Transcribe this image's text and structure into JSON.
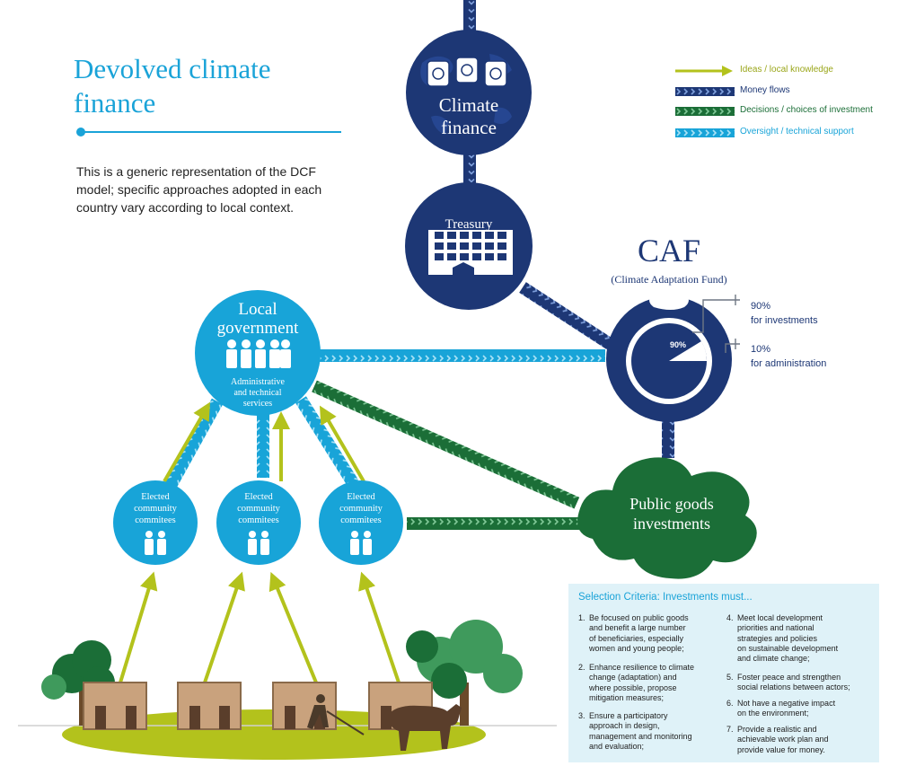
{
  "title_line1": "Devolved climate",
  "title_line2": "finance",
  "intro_line1": "This is a generic representation of the DCF",
  "intro_line2": "model; specific approaches adopted in each",
  "intro_line3": "country vary according to local context.",
  "legend": {
    "ideas": "Ideas / local knowledge",
    "money": "Money flows",
    "decisions": "Decisions / choices of investment",
    "oversight": "Oversight / technical support"
  },
  "colors": {
    "navy": "#1d3775",
    "cyan": "#18a4d8",
    "lightcyan": "#7fd0ee",
    "green": "#1b6e37",
    "lime": "#b3c21c"
  },
  "nodes": {
    "climate_finance_line1": "Climate",
    "climate_finance_line2": "finance",
    "treasury": "Treasury",
    "caf_title": "CAF",
    "caf_subtitle": "(Climate Adaptation Fund)",
    "caf_pie_invest": "90%",
    "caf_pie_admin": "10%",
    "caf_callout_invest_pct": "90%",
    "caf_callout_invest_text": "for investments",
    "caf_callout_admin_pct": "10%",
    "caf_callout_admin_text": "for administration",
    "local_gov_line1": "Local",
    "local_gov_line2": "government",
    "local_gov_sub1": "Administrative",
    "local_gov_sub2": "and technical",
    "local_gov_sub3": "services",
    "committee_line1": "Elected",
    "committee_line2": "community",
    "committee_line3": "commitees",
    "public_goods_line1": "Public goods",
    "public_goods_line2": "investments"
  },
  "criteria": {
    "title": "Selection Criteria: Investments must...",
    "items": [
      {
        "n": "1.",
        "lines": [
          "Be focused on public goods",
          "and benefit a large number",
          "of beneficiaries, especially",
          "women and young people;"
        ]
      },
      {
        "n": "2.",
        "lines": [
          "Enhance resilience to climate",
          "change (adaptation) and",
          "where possible, propose",
          "mitigation measures;"
        ]
      },
      {
        "n": "3.",
        "lines": [
          "Ensure a participatory",
          "approach in design,",
          "management and monitoring",
          "and evaluation;"
        ]
      },
      {
        "n": "4.",
        "lines": [
          "Meet local development",
          "priorities and national",
          "strategies and policies",
          "on sustainable development",
          "and climate change;"
        ]
      },
      {
        "n": "5.",
        "lines": [
          "Foster peace and strengthen",
          "social relations between actors;"
        ]
      },
      {
        "n": "6.",
        "lines": [
          "Not have a negative impact",
          "on the environment;"
        ]
      },
      {
        "n": "7.",
        "lines": [
          "Provide a realistic and",
          "achievable work plan and",
          "provide value for money."
        ]
      }
    ]
  }
}
